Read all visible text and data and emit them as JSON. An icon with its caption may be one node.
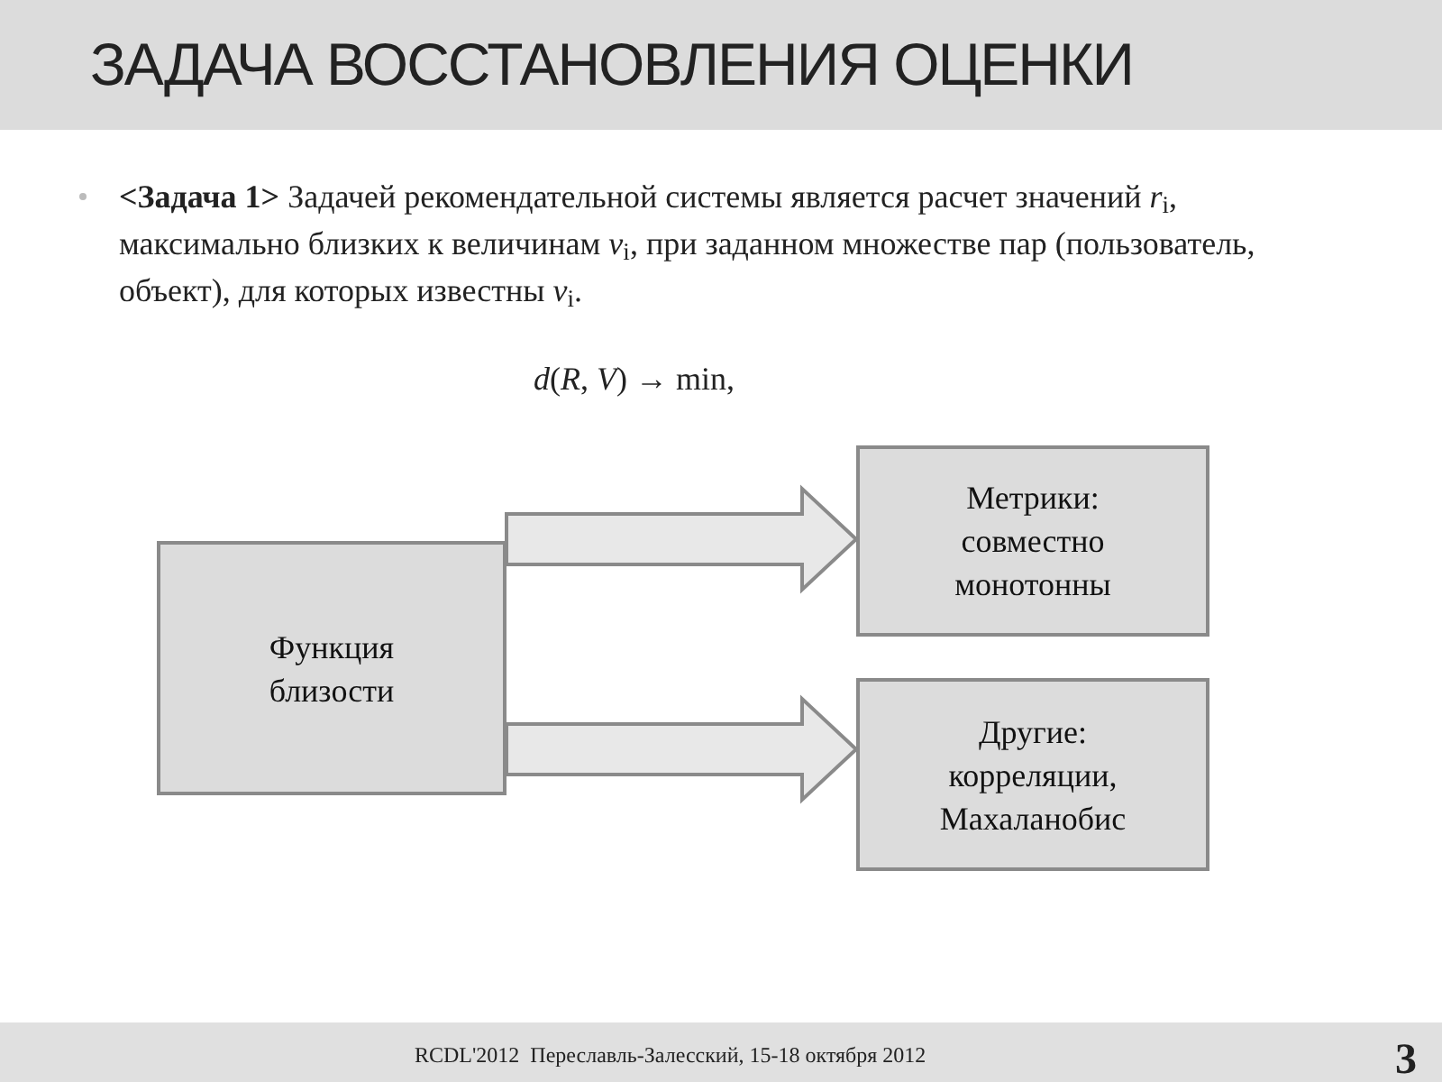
{
  "diagram": {
    "title": "ЗАДАЧА ВОССТАНОВЛЕНИЯ ОЦЕНКИ",
    "nodes": [
      {
        "text": [
          "Функция близости"
        ]
      },
      {
        "text": [
          "Метрики: совместно монотонны"
        ]
      },
      {
        "text": [
          "Другие: корреляции, Махаланобис"
        ]
      }
    ],
    "edges": [
      {
        "from": 0,
        "to": 1,
        "arrow": "to"
      },
      {
        "from": 0,
        "to": 2,
        "arrow": "to"
      }
    ],
    "labels": [
      "**<Задача 1>** Задачей рекомендательной системы является расчет значений *r*$_{i}$, максимально близких к величинам *v*$_{i}$, при заданном множестве пар (пользователь, объект), для которых известны *v*$_{i}$.",
      "*d*(*R*, *V*) → min,",
      "RCDL'2012  Переславль-Залесский, 15-18 октября 2012",
      "3"
    ]
  }
}
